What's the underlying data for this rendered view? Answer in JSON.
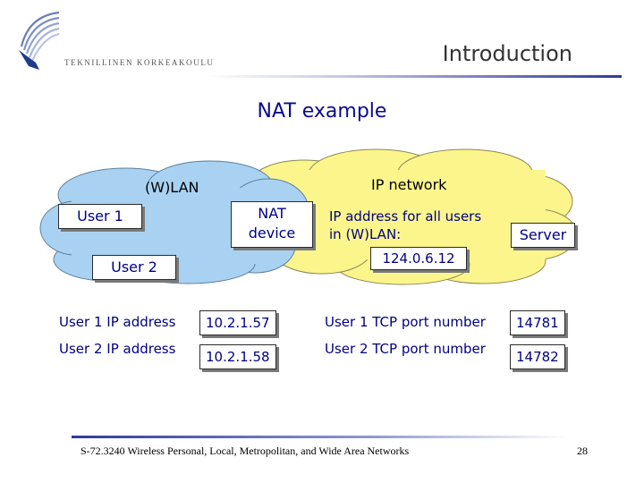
{
  "header": {
    "logo_text": "TEKNILLINEN KORKEAKOULU",
    "section_title": "Introduction"
  },
  "slide": {
    "title": "NAT example"
  },
  "diagram": {
    "wlan_label": "(W)LAN",
    "ipnet_label": "IP network",
    "user1": "User 1",
    "user2": "User 2",
    "nat_line1": "NAT",
    "nat_line2": "device",
    "ip_note_line1": "IP address for all users",
    "ip_note_line2": "in (W)LAN:",
    "public_ip": "124.0.6.12",
    "server": "Server",
    "colors": {
      "wlan_cloud": "#a9d2f2",
      "ip_cloud": "#fbf58c"
    }
  },
  "table": {
    "rows": [
      {
        "ip_label": "User 1 IP address",
        "ip_value": "10.2.1.57",
        "port_label": "User 1 TCP port number",
        "port_value": "14781"
      },
      {
        "ip_label": "User 2 IP address",
        "ip_value": "10.2.1.58",
        "port_label": "User 2 TCP port number",
        "port_value": "14782"
      }
    ]
  },
  "footer": {
    "course": "S-72.3240 Wireless Personal, Local, Metropolitan, and Wide Area Networks",
    "page": "28"
  }
}
